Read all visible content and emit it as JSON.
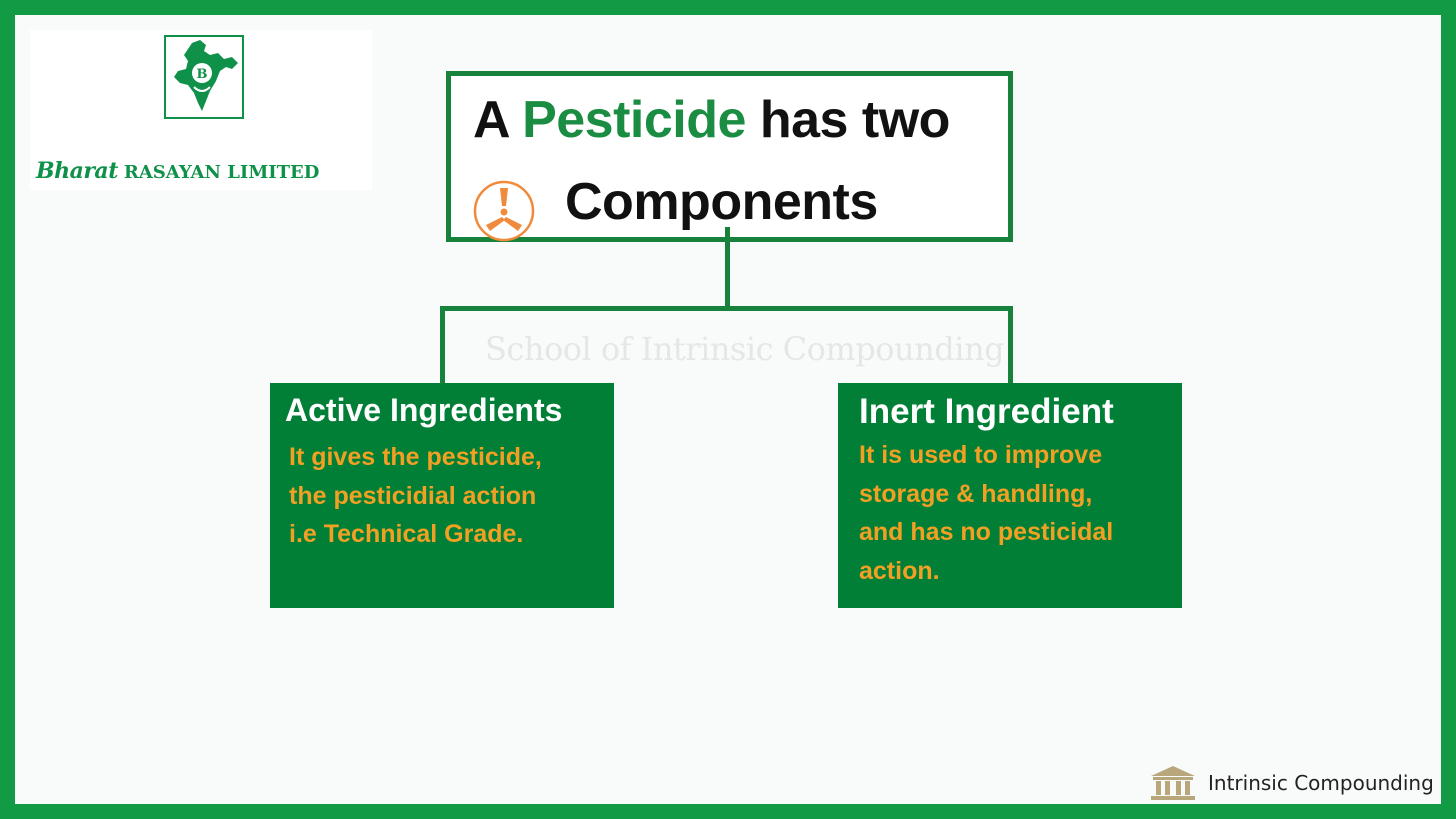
{
  "logo": {
    "brand": "Bharat",
    "rest": "RASAYAN LIMITED",
    "emblem_letter": "B",
    "color": "#10914a"
  },
  "title": {
    "prefix": "A ",
    "highlight": "Pesticide",
    "suffix": " has two",
    "line2": "Components",
    "icon": "hazard-icon",
    "highlight_color": "#1b8d43"
  },
  "watermark": "School of Intrinsic Compounding",
  "components": [
    {
      "title": "Active Ingredients",
      "lines": [
        "It gives the pesticide,",
        "the pesticidial action",
        "i.e Technical Grade."
      ]
    },
    {
      "title": "Inert Ingredient",
      "lines": [
        "It is used to improve",
        "storage & handling,",
        "and has no pesticidal",
        "action."
      ]
    }
  ],
  "footer": {
    "label": "Intrinsic Compounding",
    "icon": "building-icon"
  },
  "colors": {
    "border": "#129a45",
    "card": "#017f37",
    "card_text": "#f2a023",
    "hazard": "#f08a3c"
  }
}
